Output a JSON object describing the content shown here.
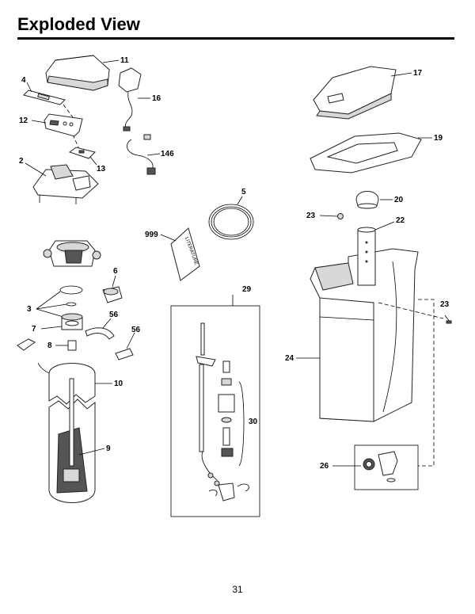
{
  "title": "Exploded View",
  "page_number": "31",
  "booklet_text": "LITERATURE",
  "callouts": {
    "c2": "2",
    "c3": "3",
    "c4": "4",
    "c5": "5",
    "c6": "6",
    "c7": "7",
    "c8": "8",
    "c9": "9",
    "c10": "10",
    "c11": "11",
    "c12": "12",
    "c13": "13",
    "c16": "16",
    "c17": "17",
    "c19": "19",
    "c20": "20",
    "c22": "22",
    "c23a": "23",
    "c23b": "23",
    "c24": "24",
    "c26": "26",
    "c29": "29",
    "c30": "30",
    "c56a": "56",
    "c56b": "56",
    "c146": "146",
    "c999": "999"
  }
}
